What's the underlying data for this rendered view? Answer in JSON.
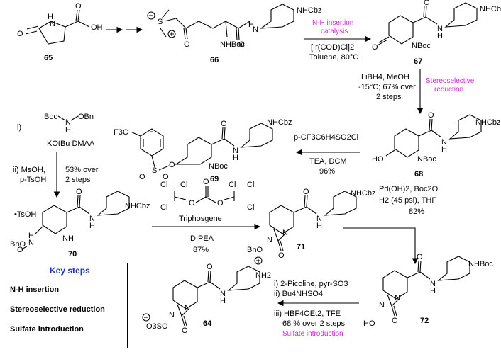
{
  "compounds": {
    "c65": "65",
    "c66": "66",
    "c67": "67",
    "c68": "68",
    "c69": "69",
    "c70": "70",
    "c71": "71",
    "c72": "72",
    "c64": "64"
  },
  "atoms": {
    "NHCbz": "NHCbz",
    "NBoc": "NBoc",
    "NHBoc": "NHBoc",
    "NH": "NH",
    "N": "N",
    "H": "H",
    "O": "O",
    "OH": "OH",
    "HO": "HO",
    "S": "S",
    "F3C": "F3C",
    "BnO": "BnO",
    "TsOH": "•TsOH",
    "Cl": "Cl",
    "Boc": "Boc",
    "OBn": "OBn",
    "NH2": "NH2",
    "O3SO": "O3SO"
  },
  "steps": {
    "s1_title": "N-H insertion",
    "s1_title2": "catalysis",
    "s1_cond1": "[Ir(COD)Cl]2",
    "s1_cond2": "Toluene, 80°C",
    "s2_cond1": "LiBH4,   MeOH",
    "s2_cond2": "-15°C; 67% over",
    "s2_cond3": "2 steps",
    "s2_title": "Stereoselective",
    "s2_title2": "reduction",
    "s3_cond1": "p-CF3C6H4SO2Cl",
    "s3_cond2": "TEA, DCM",
    "s3_cond3": "96%",
    "s4_i": "i)",
    "s4_cond1": "KOtBu  DMAA",
    "s4_cond2": "ii) MsOH,",
    "s4_cond3": "p-TsOH",
    "s4_yield1": "53% over",
    "s4_yield2": "2 steps",
    "s5_cond1": "Triphosgene",
    "s5_cond2": "DIPEA",
    "s5_cond3": "87%",
    "s6_cond1": "Pd(OH)2, Boc2O",
    "s6_cond2": "H2 (45 psi), THF",
    "s6_cond3": "82%",
    "s7_cond1": "i) 2-Picoline, pyr-SO3",
    "s7_cond2": "ii) Bu4NHSO4",
    "s7_cond3": "iii) HBF4OEt2, TFE",
    "s7_cond4": "68 % over 2 steps",
    "s7_title": "Sulfate introduction"
  },
  "key_steps": {
    "title": "Key steps",
    "items": [
      "N-H insertion",
      "Stereoselective reduction",
      "Sulfate introduction"
    ]
  },
  "colors": {
    "accent_magenta": "#e020e0",
    "key_title_blue": "#1f2fd0",
    "ink": "#000000"
  }
}
